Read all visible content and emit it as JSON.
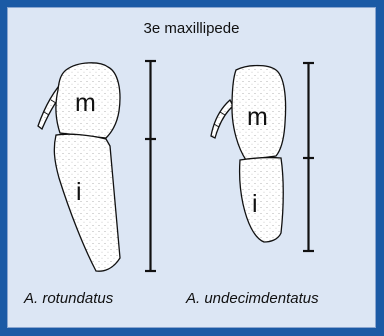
{
  "title": "3e maxillipede",
  "specimens": [
    {
      "name": "A. rotundatus",
      "segments": [
        "m",
        "i"
      ]
    },
    {
      "name": "A. undecimdentatus",
      "segments": [
        "m",
        "i"
      ]
    }
  ],
  "colors": {
    "frame": "#1b5aa5",
    "panel": "#dce6f4",
    "ink": "#111111"
  }
}
